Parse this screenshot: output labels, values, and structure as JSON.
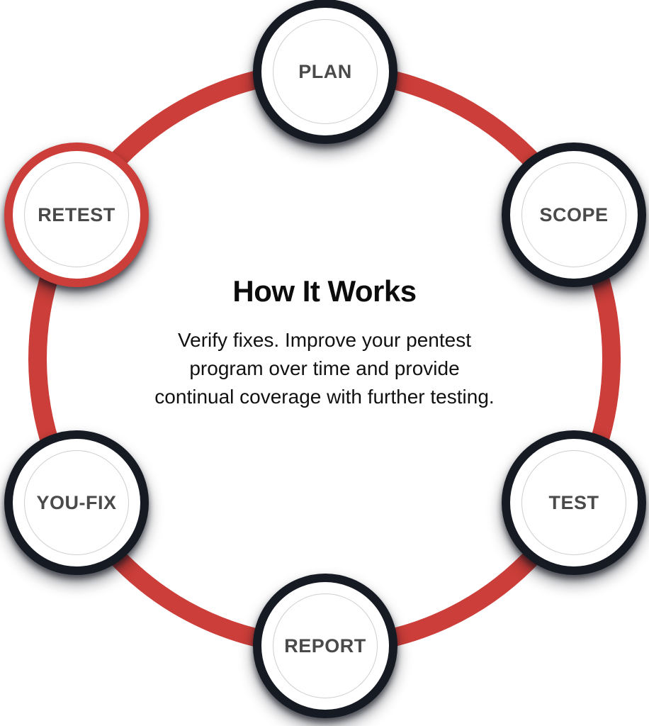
{
  "diagram": {
    "title": "How It Works",
    "description": "Verify fixes. Improve your pentest program over time and provide continual coverage with further testing.",
    "description_lines": [
      "Verify fixes. Improve your pentest",
      "program over time and provide",
      "continual coverage with further testing."
    ],
    "steps": [
      {
        "label": "PLAN",
        "highlighted": false,
        "position": "top"
      },
      {
        "label": "SCOPE",
        "highlighted": false,
        "position": "upper-right"
      },
      {
        "label": "TEST",
        "highlighted": false,
        "position": "lower-right"
      },
      {
        "label": "REPORT",
        "highlighted": false,
        "position": "bottom"
      },
      {
        "label": "YOU-FIX",
        "highlighted": false,
        "position": "lower-left"
      },
      {
        "label": "RETEST",
        "highlighted": true,
        "position": "upper-left"
      }
    ],
    "colors": {
      "ring": "#cc3e39",
      "node_border": "#161a23",
      "highlight_border": "#cc3e39",
      "node_label": "#4a4a4a",
      "inner_circle": "#cfcfcf",
      "text": "#0c0c0c",
      "background": "#ffffff"
    }
  }
}
